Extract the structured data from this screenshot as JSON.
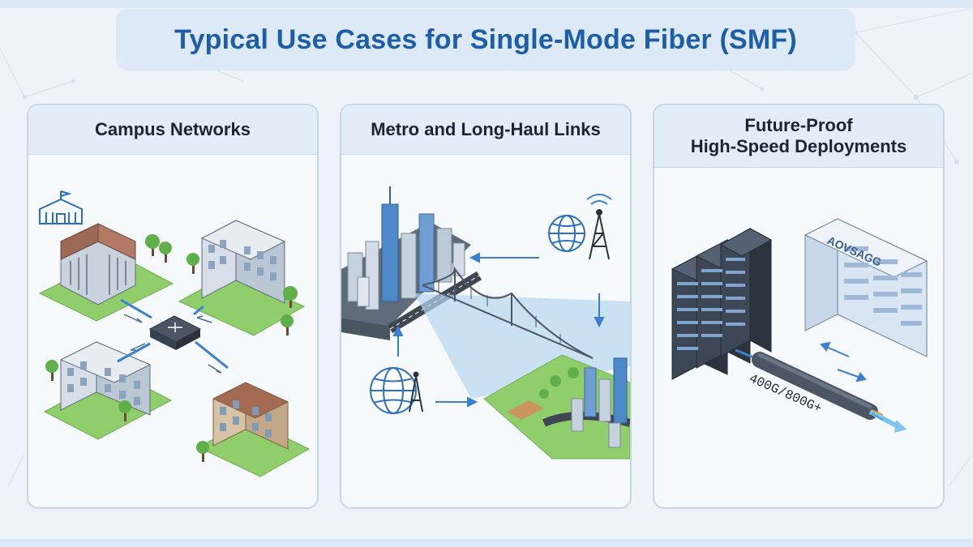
{
  "title": "Typical Use Cases for Single-Mode Fiber (SMF)",
  "panels": [
    {
      "heading": "Campus Networks"
    },
    {
      "heading": "Metro and Long-Haul Links"
    },
    {
      "heading": "Future-Proof\nHigh-Speed Deployments",
      "cable_label": "400G/800G+",
      "rack_brand": "AOVSAGG"
    }
  ],
  "colors": {
    "title": "#1d5ea8",
    "accent_blue": "#3b7fd0",
    "grass": "#8fce6a",
    "rack_dark": "#3d4756",
    "rack_light": "#c8d8ea"
  },
  "icons": [
    "school-icon",
    "router-icon",
    "globe-icon",
    "cell-tower-icon",
    "server-rack-icon",
    "fiber-cable-icon"
  ]
}
